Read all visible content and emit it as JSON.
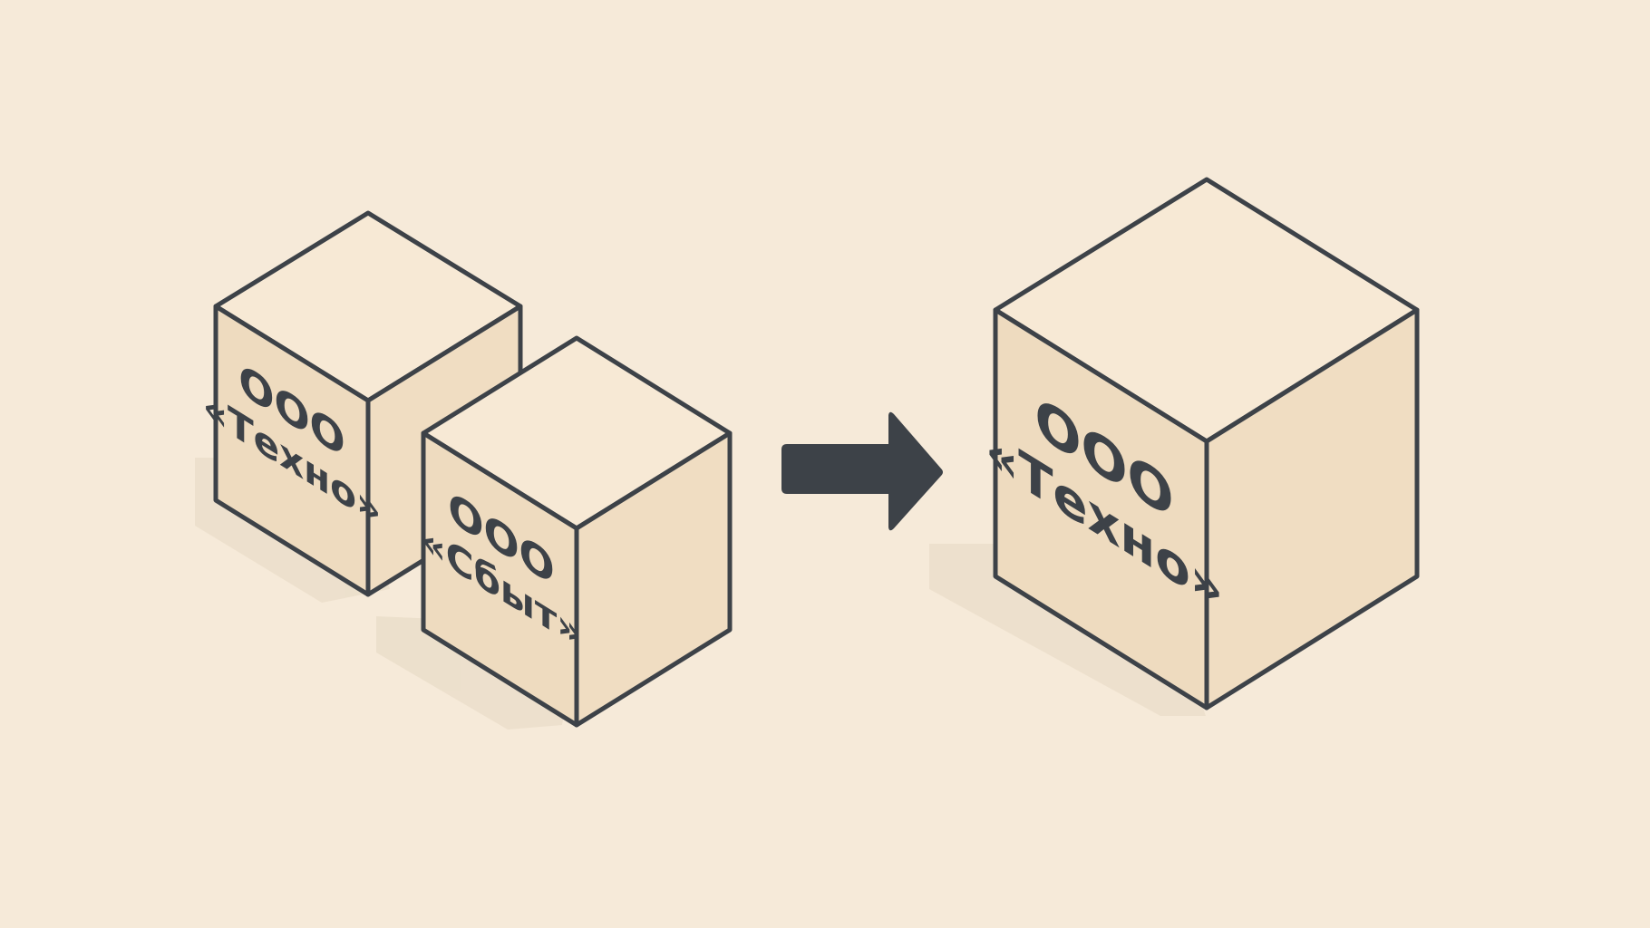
{
  "diagram": {
    "colors": {
      "background": "#f6ead9",
      "cube_top": "#f7e9d5",
      "cube_front": "#eedbbf",
      "cube_side": "#f0ddc2",
      "outline": "#3d4248",
      "arrow": "#3d4248",
      "shadow": "#e8dcc9"
    },
    "cubes": [
      {
        "id": "cube-techno-small",
        "line1": "ООО",
        "line2": "«Техно»"
      },
      {
        "id": "cube-sbyt",
        "line1": "ООО",
        "line2": "«Сбыт»"
      },
      {
        "id": "cube-techno-merged",
        "line1": "ООО",
        "line2": "«Техно»"
      }
    ],
    "arrow_icon": "right-arrow-icon"
  }
}
